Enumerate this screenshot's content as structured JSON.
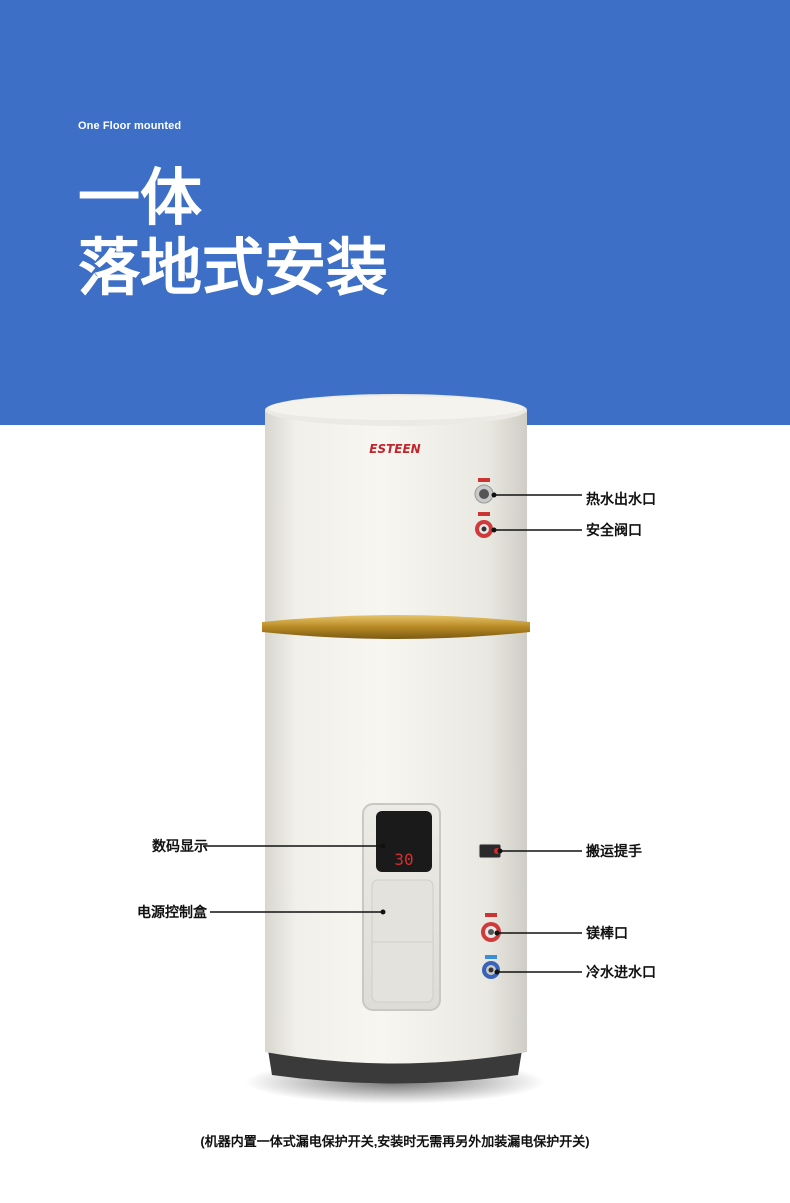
{
  "header": {
    "subtitle": "One Floor mounted",
    "title_line1": "一体",
    "title_line2": "落地式安装",
    "background_color": "#3d6fc6"
  },
  "product": {
    "brand": "ESTEEN",
    "display_reading": "30"
  },
  "callouts": {
    "hot_water_outlet": "热水出水口",
    "safety_valve_port": "安全阀口",
    "digital_display": "数码显示",
    "power_control_box": "电源控制盒",
    "carry_handle": "搬运提手",
    "magnesium_rod_port": "镁棒口",
    "cold_water_inlet": "冷水进水口"
  },
  "footer": {
    "note": "(机器内置一体式漏电保护开关,安装时无需再另外加装漏电保护开关)"
  }
}
